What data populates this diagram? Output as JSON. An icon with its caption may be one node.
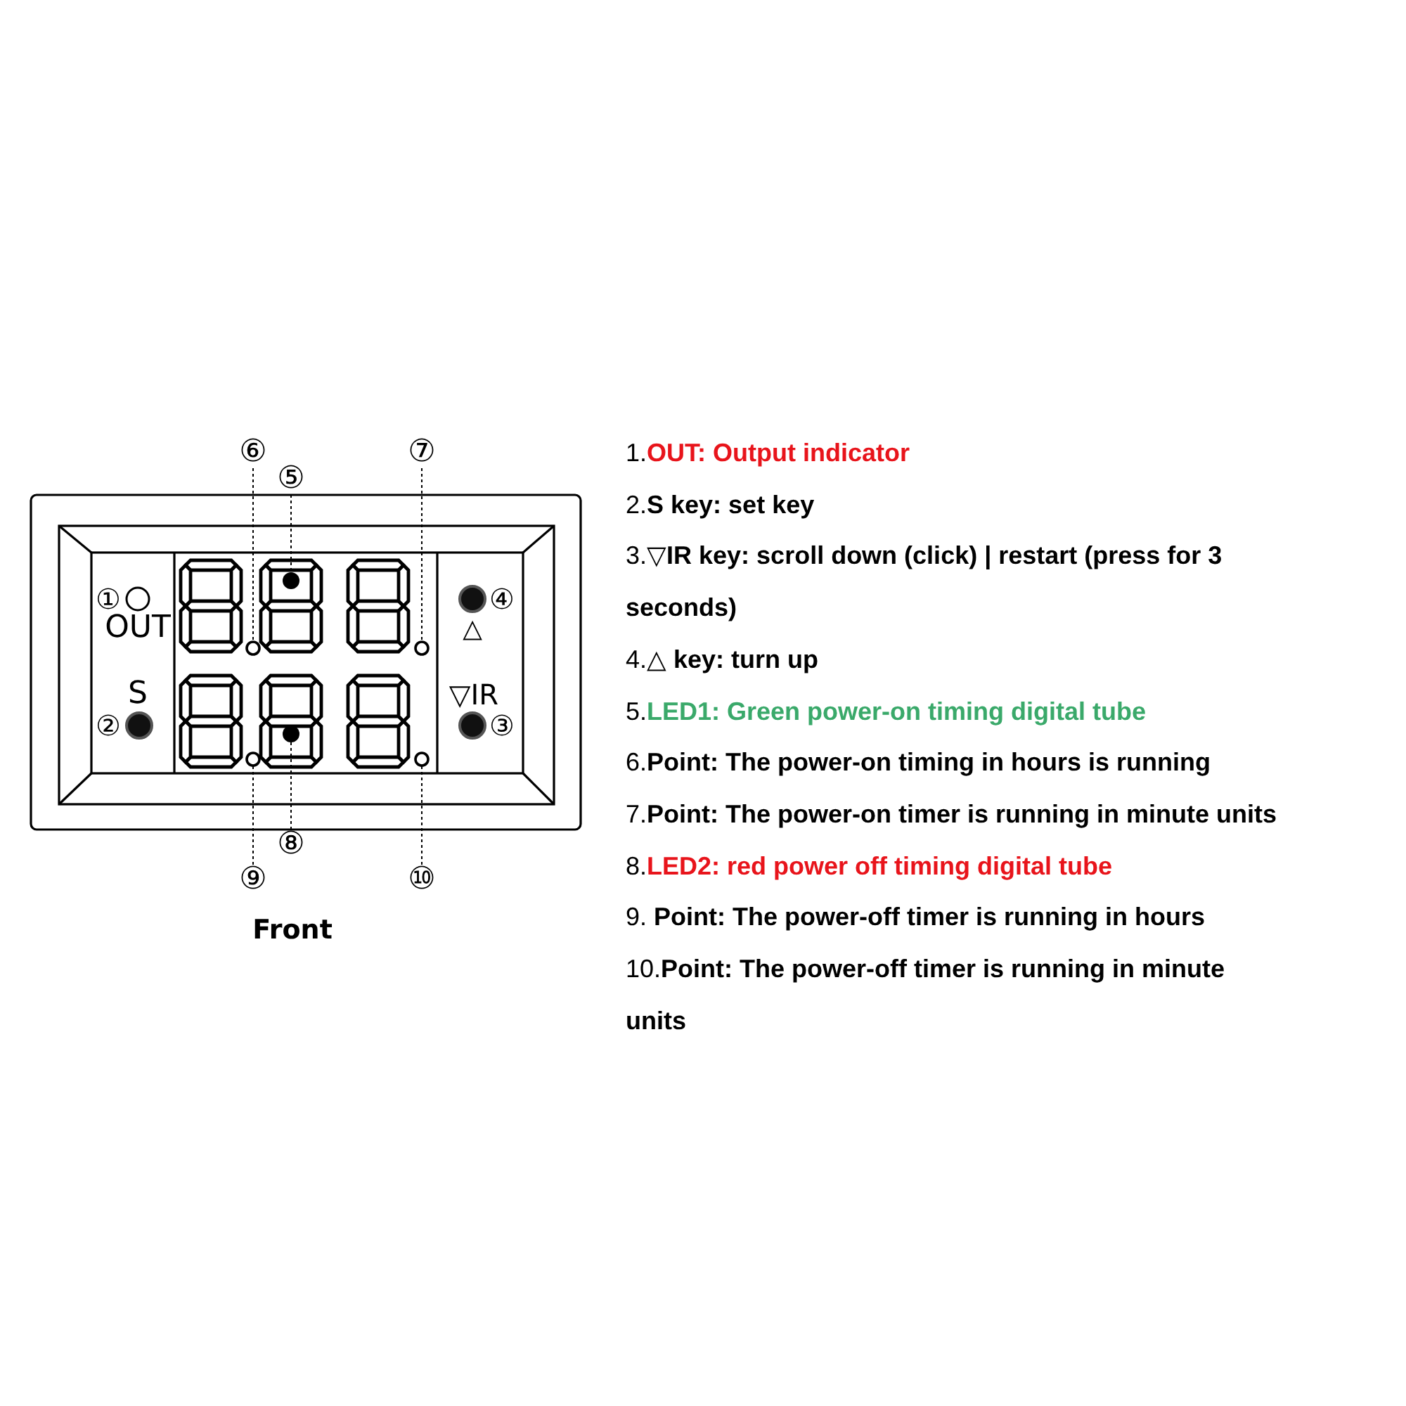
{
  "diagram": {
    "nodes": [
      {
        "text": [
          "⑥"
        ]
      },
      {
        "text": [
          "⑤"
        ]
      },
      {
        "text": [
          "⑦"
        ]
      },
      {
        "text": [
          "⑧"
        ]
      },
      {
        "text": [
          "⑨"
        ]
      },
      {
        "text": [
          "⑩"
        ]
      },
      {
        "text": [],
        "shape": "circle"
      },
      {
        "text": [],
        "shape": "circle"
      },
      {
        "text": [],
        "shape": "circle"
      },
      {
        "text": [],
        "shape": "circle"
      },
      {
        "text": [],
        "shape": "circle"
      },
      {
        "text": [],
        "shape": "circle"
      }
    ],
    "edges": [
      {
        "from": 0,
        "to": 6,
        "arrow": "none",
        "style": "dashed"
      },
      {
        "from": 1,
        "to": 7,
        "arrow": "none",
        "style": "dashed"
      },
      {
        "from": 2,
        "to": 8,
        "arrow": "none",
        "style": "dashed"
      },
      {
        "from": 3,
        "to": 9,
        "arrow": "none",
        "style": "dashed"
      },
      {
        "from": 4,
        "to": 10,
        "arrow": "none",
        "style": "dashed"
      },
      {
        "from": 5,
        "to": 11,
        "arrow": "none",
        "style": "dashed"
      }
    ],
    "labels": [
      "①",
      "OUT",
      "S",
      "②",
      "④",
      "△",
      "▽IR",
      "③",
      "Front",
      "1.**OUT: Output indicator**",
      "2.**S key: set key**",
      "3.▽**IR key: scroll down (click) | restart (press for 3 seconds)**",
      "4.△ **key: turn up**",
      "5.**LED1: Green power-on timing digital tube**",
      "6.**Point: The power-on timing in hours is running**",
      "7.**Point: The power-on timer is running in minute units**",
      "8.**LED2: red power off timing digital tube**",
      "9. **Point: The power-off timer is running in hours**",
      "10.**Point: The power-off timer is running in minute units**"
    ]
  }
}
